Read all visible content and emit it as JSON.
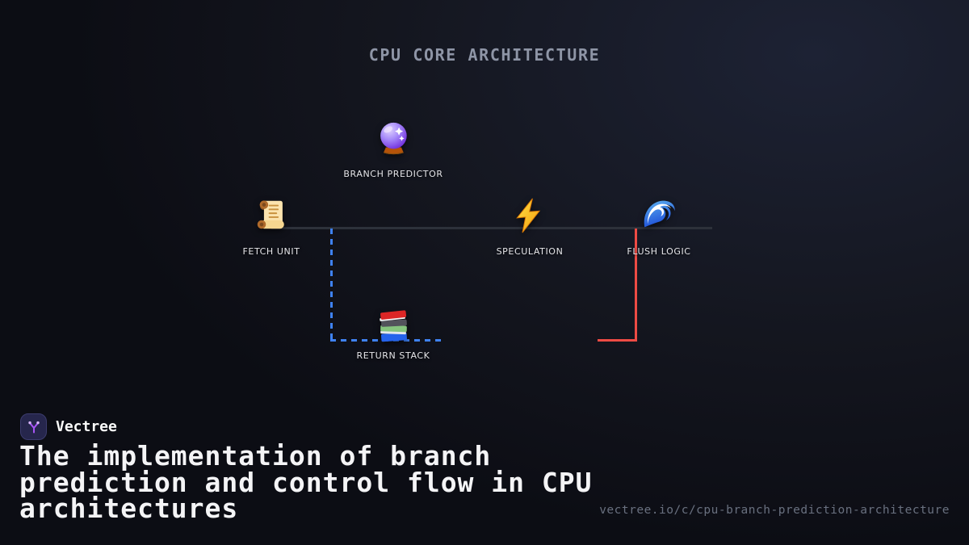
{
  "header": {
    "title": "CPU CORE ARCHITECTURE"
  },
  "diagram": {
    "nodes": [
      {
        "label": "BRANCH PREDICTOR",
        "icon": "crystal-ball"
      },
      {
        "label": "FETCH UNIT",
        "icon": "scroll"
      },
      {
        "label": "SPECULATION",
        "icon": "lightning"
      },
      {
        "label": "FLUSH LOGIC",
        "icon": "wave"
      },
      {
        "label": "RETURN STACK",
        "icon": "books"
      }
    ],
    "connectors": [
      {
        "name": "main-pipeline",
        "style": "solid",
        "color": "#2d313a"
      },
      {
        "name": "return-stack-branch",
        "style": "dashed",
        "color": "#3f82f2"
      },
      {
        "name": "flush-feedback",
        "style": "solid",
        "color": "#ee4b44"
      }
    ]
  },
  "footer": {
    "brand": "Vectree",
    "headline": "The implementation of branch prediction and control flow in CPU architectures",
    "url": "vectree.io/c/cpu-branch-prediction-architecture"
  },
  "colors": {
    "background_light": "#1d2234",
    "background_dark": "#0c0d14",
    "title_text": "#8e95a6",
    "node_label_text": "#e6e6ea",
    "headline_text": "#f4f4f6",
    "url_text": "#69707f",
    "accent_blue": "#3f82f2",
    "accent_red": "#ee4b44",
    "logo_background": "#26264c",
    "logo_glyph": "#a855f7"
  }
}
